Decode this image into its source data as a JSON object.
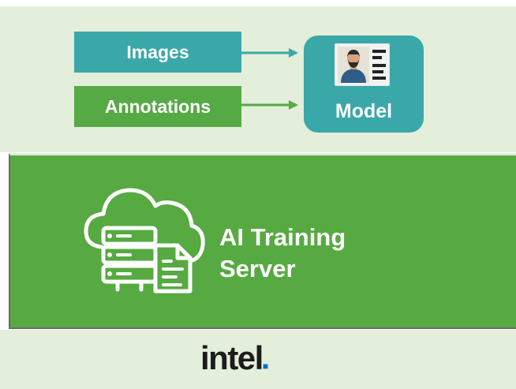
{
  "inputs": {
    "images_label": "Images",
    "annotations_label": "Annotations"
  },
  "model": {
    "label": "Model",
    "icon": "profile-card-icon"
  },
  "server": {
    "title_line1": "AI Training",
    "title_line2": "Server",
    "icon": "cloud-server-document-icon"
  },
  "logo": {
    "text": "intel"
  },
  "colors": {
    "teal": "#3aa8a8",
    "green": "#56aa45",
    "server_green": "#56aa41",
    "panel_bg": "#e3eedb",
    "logo_dot": "#0a6fc2"
  }
}
